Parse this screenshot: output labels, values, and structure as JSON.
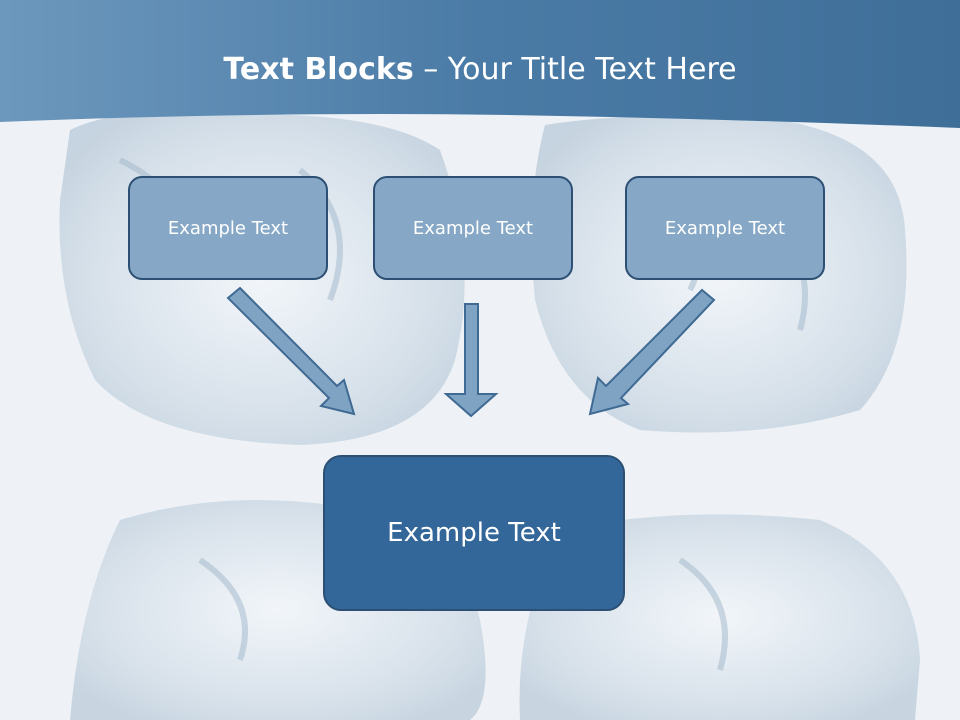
{
  "slide": {
    "title_bold": "Text Blocks",
    "title_rest": " – Your Title Text Here",
    "blocks": [
      "Example Text",
      "Example Text",
      "Example Text"
    ],
    "center_block": "Example Text"
  },
  "colors": {
    "header": "#4a7ba6",
    "block_fill": "#86a8c6",
    "center_fill": "#336699",
    "border": "#2c4f73",
    "arrow_fill": "#7fa3c3"
  }
}
